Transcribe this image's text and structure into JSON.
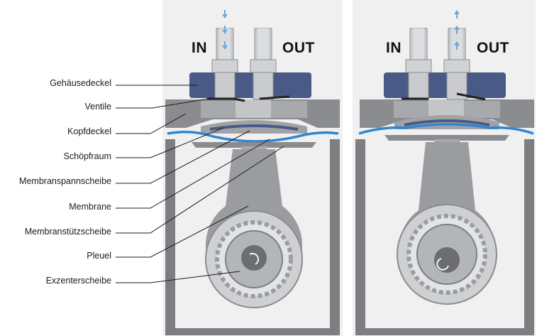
{
  "labels": [
    "Gehäusedeckel",
    "Ventile",
    "Kopfdeckel",
    "Schöpfraum",
    "Membranspannscheibe",
    "Membrane",
    "Membranstützscheibe",
    "Pleuel",
    "Exzenterscheibe"
  ],
  "ports": {
    "left": {
      "in": "IN",
      "out": "OUT"
    },
    "right": {
      "in": "IN",
      "out": "OUT"
    }
  },
  "colors": {
    "housing_gray": "#7c7e82",
    "light_gray": "#b9bbbe",
    "dark_gray": "#5d5f63",
    "cover_blue": "#4a5a86",
    "membrane_blue": "#2f86cf",
    "flow_arrow": "#6fa6d6"
  },
  "icons": [
    "rotation-arrow-icon",
    "flow-arrow-icon"
  ]
}
